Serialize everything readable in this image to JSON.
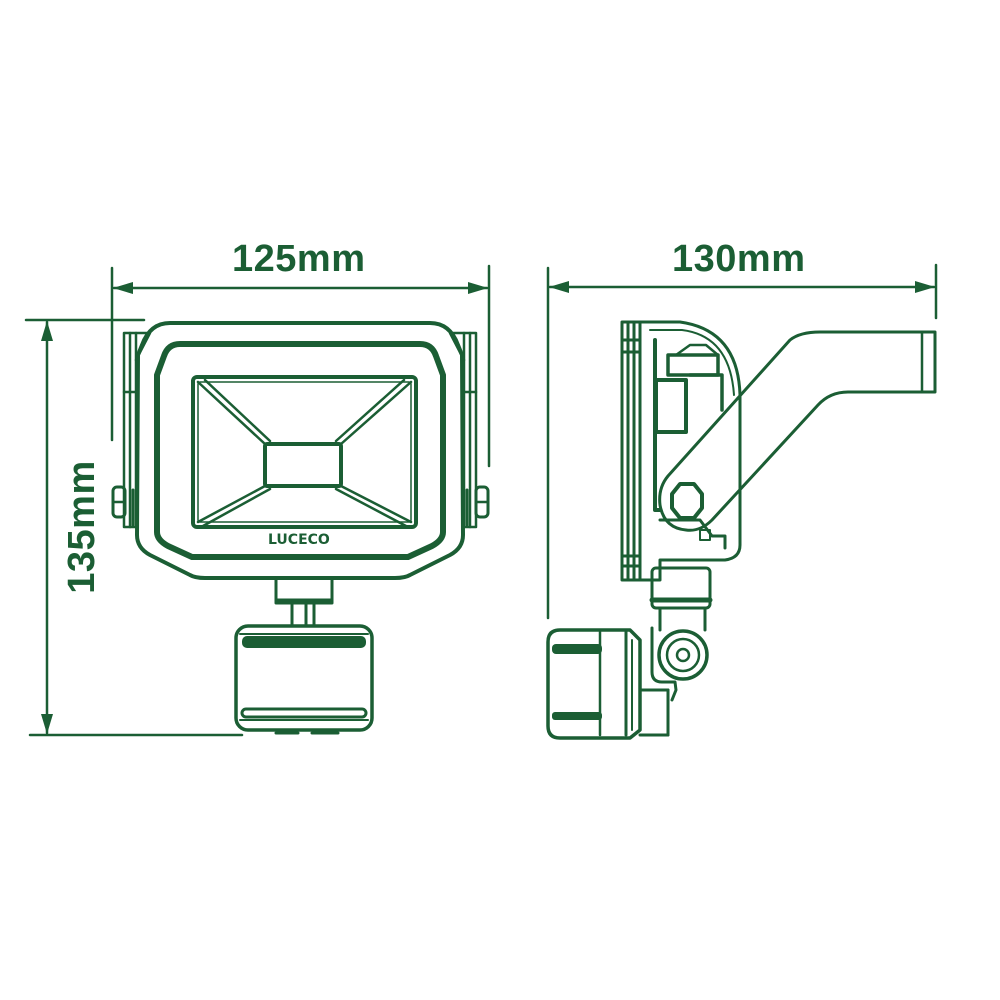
{
  "diagram": {
    "type": "dimension-drawing",
    "subject": "LED floodlight with PIR motion sensor",
    "line_color": "#1b5e34",
    "background_color": "#ffffff",
    "views": [
      {
        "name": "front-view",
        "description": "Front of floodlight with lens, brand logo and PIR sensor below"
      },
      {
        "name": "side-view",
        "description": "Side profile with mounting bracket arm, hex bolt and PIR sensor"
      }
    ],
    "brand_logo": "LUCECO",
    "dimensions": {
      "front_width": {
        "label": "125mm",
        "value": 125,
        "unit": "mm",
        "orientation": "horizontal"
      },
      "side_depth": {
        "label": "130mm",
        "value": 130,
        "unit": "mm",
        "orientation": "horizontal"
      },
      "height": {
        "label": "135mm",
        "value": 135,
        "unit": "mm",
        "orientation": "vertical"
      }
    }
  }
}
